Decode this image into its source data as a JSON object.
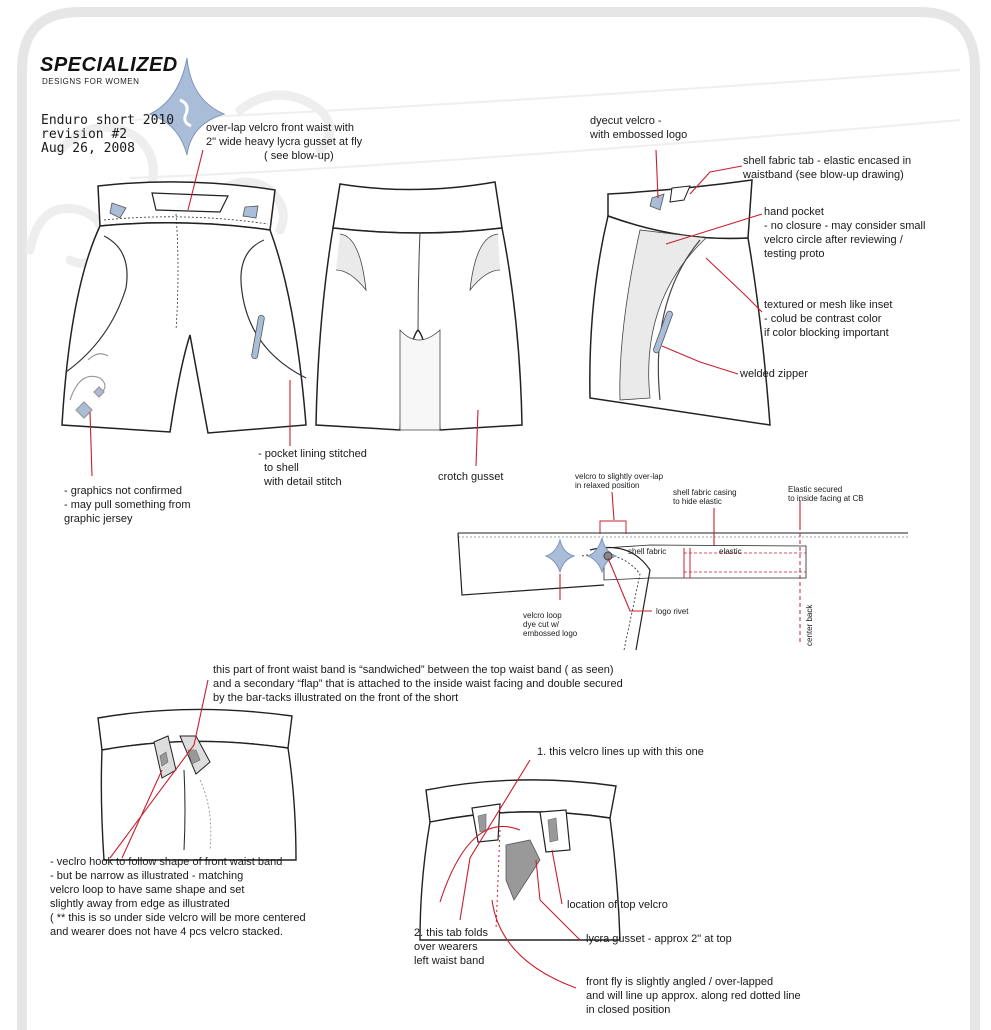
{
  "brand": {
    "name": "SPECIALIZED",
    "tagline": "DESIGNS FOR WOMEN"
  },
  "header": {
    "line1": "Enduro short 2010",
    "line2": "revision #2",
    "line3": "Aug 26, 2008"
  },
  "colors": {
    "annotation_line": "#c8202f",
    "logo": "#a9bcd8",
    "outline": "#222222",
    "frame": "#e6e6e6"
  },
  "callouts": {
    "front_waist": [
      "over-lap velcro front waist with",
      "2\" wide heavy lycra gusset at fly",
      "( see blow-up)"
    ],
    "dyecut": [
      "dyecut velcro -",
      "with embossed logo"
    ],
    "shell_tab": [
      "shell fabric tab - elastic encased in",
      "waistband (see blow-up drawing)"
    ],
    "hand_pocket": [
      "hand pocket",
      "- no closure - may consider small",
      "velcro circle after reviewing /",
      "testing proto"
    ],
    "mesh": [
      "textured or mesh like inset",
      "- colud be contrast color",
      "if color blocking important"
    ],
    "zipper": "welded zipper",
    "pocket_lining": [
      "- pocket lining stitched",
      "to shell",
      "with detail stitch"
    ],
    "crotch": "crotch gusset",
    "graphics": [
      "- graphics not confirmed",
      "- may pull something from",
      "graphic jersey"
    ]
  },
  "detail": {
    "velcro_overlap": [
      "velcro to slightly over-lap",
      "in relaxed position"
    ],
    "shell_casing": [
      "shell fabric casing",
      "to hide elastic"
    ],
    "elastic_secured": [
      "Elastic secured",
      "to inside facing at CB"
    ],
    "shell_fabric": "shell fabric",
    "elastic": "elastic",
    "logo_rivet": "logo rivet",
    "velcro_loop": [
      "velcro loop",
      "dye cut w/",
      "embossed logo"
    ],
    "center_back": "center back"
  },
  "sandwich": [
    "this part of front waist band is “sandwiched” between the top waist band ( as seen)",
    "and a secondary “flap” that is attached to the inside waist facing and double secured",
    "by the bar-tacks illustrated on the front of the short"
  ],
  "velcro_hook": [
    "- veclro hook to follow shape of front waist band",
    "- but be narrow as illustrated - matching",
    "velcro loop to have same shape and set",
    "slightly away from edge as illustrated",
    "( ** this is so under side velcro will be more centered",
    "and wearer does not have 4 pcs velcro stacked."
  ],
  "fly": {
    "lines_up": "1. this velcro lines up with this one",
    "tab_folds": [
      "2. this tab folds",
      "over wearers",
      "left waist band"
    ],
    "top_velcro": "location of top velcro",
    "lycra": "lycra gusset - approx 2\" at top",
    "front_fly": [
      "front fly is slightly angled / over-lapped",
      "and will line up approx. along red dotted line",
      "in closed position"
    ]
  }
}
